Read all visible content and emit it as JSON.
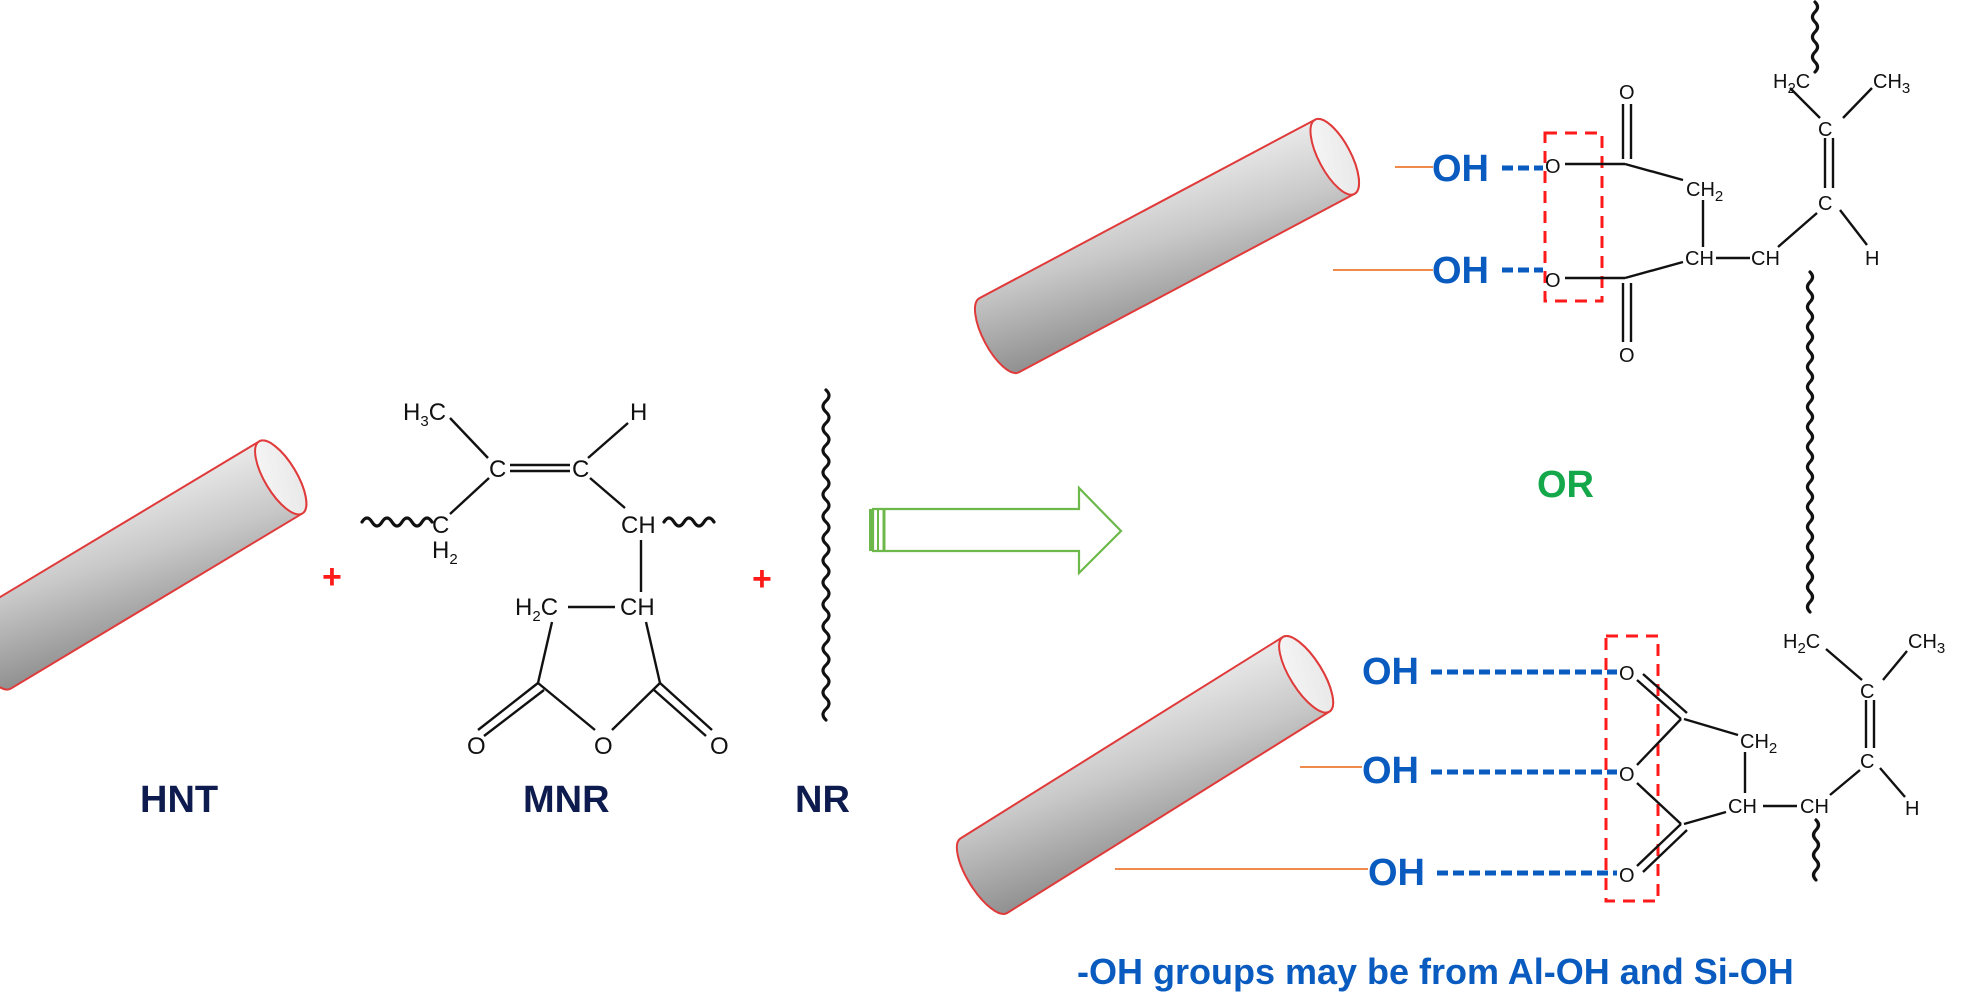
{
  "figure": {
    "type": "reaction-scheme",
    "reactants": {
      "hnt_label": "HNT",
      "mnr_label": "MNR",
      "nr_label": "NR",
      "plus_sign": "+"
    },
    "mnr_structure": {
      "h3c": "H",
      "h3c_sub": "3",
      "h3c_c": "C",
      "c1": "C",
      "c2": "C",
      "h": "H",
      "ch2_c": "C",
      "ch2_h": "H",
      "ch2_sub": "2",
      "ch": "CH",
      "h2c_ring": "H",
      "h2c_ring_sub": "2",
      "h2c_ring_c": "C",
      "ch_ring": "CH",
      "o_left": "O",
      "o_mid": "O",
      "o_right": "O"
    },
    "arrow": {
      "color": "#6cb84a",
      "direction": "right"
    },
    "products": {
      "separator": "OR",
      "oh_label": "OH",
      "top": {
        "oh_count": 2,
        "atoms": {
          "o_top": "O",
          "o_ester1": "O",
          "o_ester2": "O",
          "o_bottom": "O",
          "ch2": "CH",
          "ch2_sub": "2",
          "ch": "CH",
          "ch_chain": "CH",
          "h2c": "H",
          "h2c_sub": "2",
          "h2c_c": "C",
          "ch3": "CH",
          "ch3_sub": "3",
          "c_up": "C",
          "c_down": "C",
          "h": "H"
        }
      },
      "bottom": {
        "oh_count": 3,
        "atoms": {
          "o1": "O",
          "o2": "O",
          "o3": "O",
          "ch2": "CH",
          "ch2_sub": "2",
          "ch": "CH",
          "ch_chain": "CH",
          "h2c": "H",
          "h2c_sub": "2",
          "h2c_c": "C",
          "ch3": "CH",
          "ch3_sub": "3",
          "c_up": "C",
          "c_down": "C",
          "h": "H"
        }
      }
    },
    "footnote": "-OH groups may be from Al-OH and Si-OH",
    "colors": {
      "label_navy": "#0d1b4e",
      "oh_blue": "#0a5bbf",
      "or_green": "#14a84a",
      "plus_red": "#ff1a1a",
      "tube_outline": "#e03a3a",
      "highlight_box": "#ff1a1a"
    }
  }
}
